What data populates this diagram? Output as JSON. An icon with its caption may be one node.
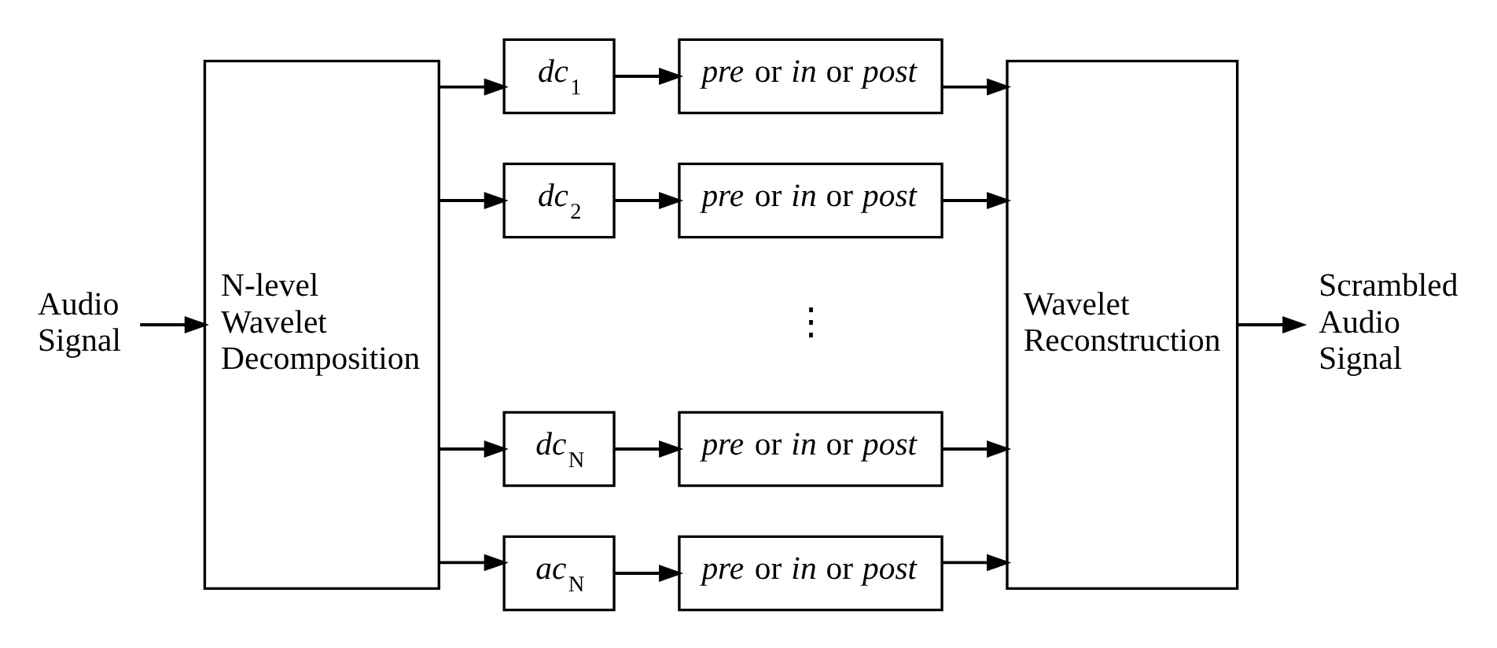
{
  "diagram": {
    "nodes": [
      {
        "text": [
          "Audio Signal"
        ]
      },
      {
        "text": [
          "N-level Wavelet Decomposition"
        ]
      },
      {
        "text": [
          "*dc*$_{1}$"
        ]
      },
      {
        "text": [
          "*pre* or *in* or *post*"
        ]
      },
      {
        "text": [
          "*dc*$_{2}$"
        ]
      },
      {
        "text": [
          "*pre* or *in* or *post*"
        ]
      },
      {
        "text": [
          "*dc*$_{N}$"
        ]
      },
      {
        "text": [
          "*pre* or *in* or *post*"
        ]
      },
      {
        "text": [
          "*ac*$_{N}$"
        ]
      },
      {
        "text": [
          "*pre* or *in* or *post*"
        ]
      },
      {
        "text": [
          "Wavelet Reconstruction"
        ]
      },
      {
        "text": [
          "Scrambled Audio Signal"
        ]
      }
    ],
    "edges": [
      {
        "from": 0,
        "to": 1,
        "arrow": "to"
      },
      {
        "from": 1,
        "to": 2,
        "arrow": "to"
      },
      {
        "from": 2,
        "to": 3,
        "arrow": "to"
      },
      {
        "from": 3,
        "to": 10,
        "arrow": "to"
      },
      {
        "from": 1,
        "to": 4,
        "arrow": "to"
      },
      {
        "from": 4,
        "to": 5,
        "arrow": "to"
      },
      {
        "from": 5,
        "to": 10,
        "arrow": "to"
      },
      {
        "from": 1,
        "to": 6,
        "arrow": "to"
      },
      {
        "from": 6,
        "to": 7,
        "arrow": "to"
      },
      {
        "from": 7,
        "to": 10,
        "arrow": "to"
      },
      {
        "from": 1,
        "to": 8,
        "arrow": "to"
      },
      {
        "from": 8,
        "to": 9,
        "arrow": "to"
      },
      {
        "from": 9,
        "to": 10,
        "arrow": "to"
      },
      {
        "from": 10,
        "to": 11,
        "arrow": "to"
      }
    ],
    "labels": [
      "⋮"
    ]
  }
}
